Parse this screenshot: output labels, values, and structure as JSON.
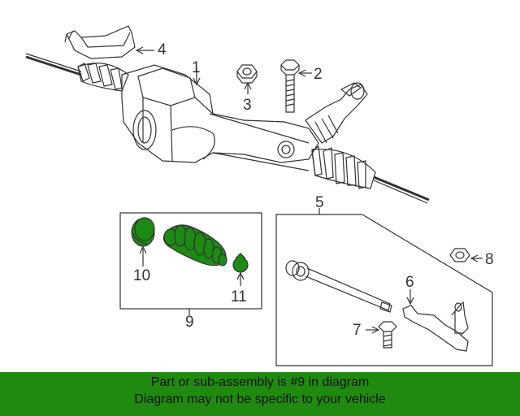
{
  "callouts": {
    "c1": "1",
    "c2": "2",
    "c3": "3",
    "c4": "4",
    "c5": "5",
    "c6": "6",
    "c7": "7",
    "c8": "8",
    "c9": "9",
    "c10": "10",
    "c11": "11"
  },
  "banner": {
    "line1": "Part or sub-assembly is #9 in diagram",
    "line2": "Diagram may not be specific to your vehicle"
  },
  "colors": {
    "banner_bg": "#1f8a0f",
    "boot_green": "#1d8a15",
    "line": "#333333"
  }
}
